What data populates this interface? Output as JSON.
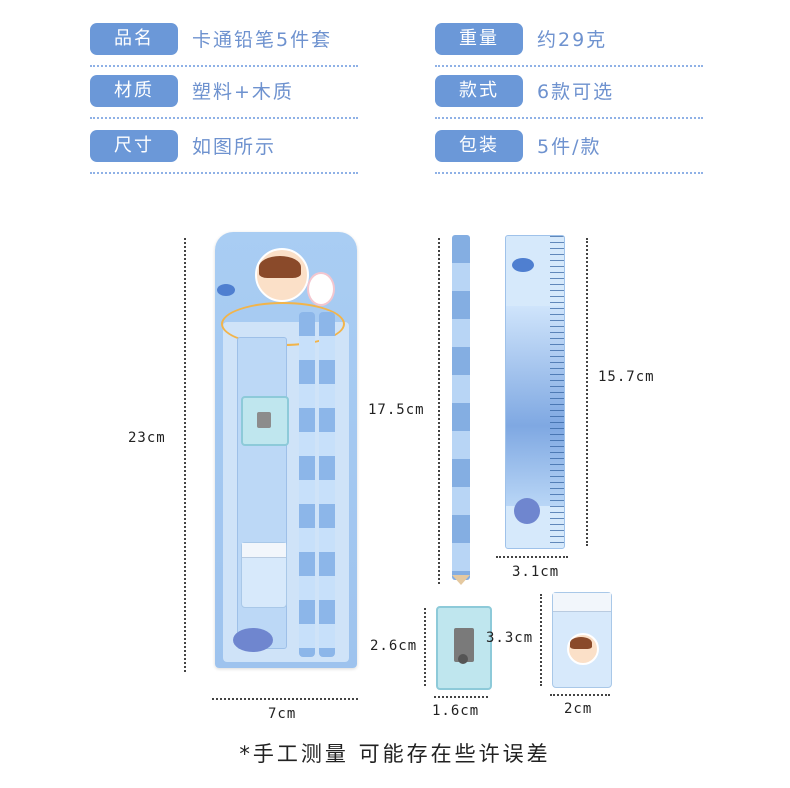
{
  "specs": [
    {
      "label": "品名",
      "value": "卡通铅笔5件套"
    },
    {
      "label": "重量",
      "value": "约29克"
    },
    {
      "label": "材质",
      "value": "塑料+木质"
    },
    {
      "label": "款式",
      "value": "6款可选"
    },
    {
      "label": "尺寸",
      "value": "如图所示"
    },
    {
      "label": "包装",
      "value": "5件/款"
    }
  ],
  "dimensions": {
    "card_height": "23cm",
    "card_width": "7cm",
    "pencil_length": "17.5cm",
    "ruler_length": "15.7cm",
    "ruler_width": "3.1cm",
    "sharpener_height": "2.6cm",
    "sharpener_width": "1.6cm",
    "eraser_height": "3.3cm",
    "eraser_width": "2cm"
  },
  "footnote": "*手工测量  可能存在些许误差",
  "colors": {
    "label_bg": "#6b98d8",
    "value_text": "#6e92cf",
    "card_bg": "#a9cdf3"
  }
}
